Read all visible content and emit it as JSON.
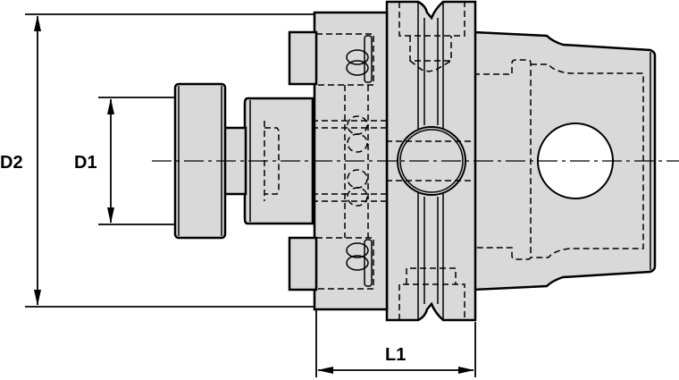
{
  "drawing": {
    "type": "technical-drawing",
    "subject": "tool holder adapter side view",
    "background": "#ffffff",
    "fill_color": "#d9d9d9",
    "line_color": "#000000"
  },
  "dimensions": {
    "d2": {
      "label": "D2"
    },
    "d1": {
      "label": "D1"
    },
    "l1": {
      "label": "L1"
    }
  }
}
